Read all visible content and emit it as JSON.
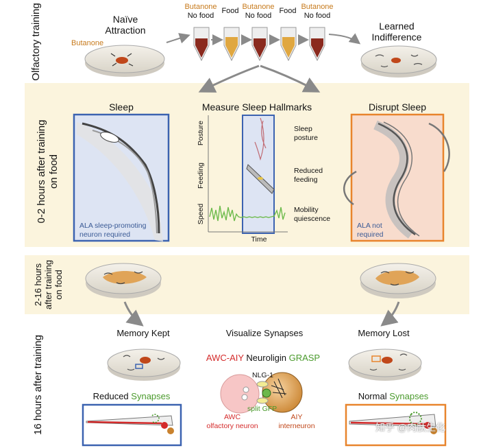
{
  "rows": {
    "olfactory": "Olfactory training",
    "sleep_window_l1": "0-2 hours after training",
    "sleep_window_l2": "on food",
    "mid_window_l1": "2-16 hours",
    "mid_window_l2": "after training",
    "mid_window_l3": "on food",
    "late_window": "16 hours after training"
  },
  "training": {
    "naive_l1": "Naïve",
    "naive_l2": "Attraction",
    "butanone_plate": "Butanone",
    "learned_l1": "Learned",
    "learned_l2": "Indifference",
    "tubes": [
      {
        "l1": "Butanone",
        "l2": "No food"
      },
      {
        "l1": "",
        "l2": "Food"
      },
      {
        "l1": "Butanone",
        "l2": "No food"
      },
      {
        "l1": "",
        "l2": "Food"
      },
      {
        "l1": "Butanone",
        "l2": "No food"
      }
    ]
  },
  "sleep_panel": {
    "title": "Sleep",
    "caption_l1": "ALA sleep-promoting",
    "caption_l2": "neuron required"
  },
  "hallmarks": {
    "title": "Measure Sleep Hallmarks",
    "axis_posture": "Posture",
    "axis_feeding": "Feeding",
    "axis_speed": "Speed",
    "axis_time": "Time",
    "item1_l1": "Sleep",
    "item1_l2": "posture",
    "item2_l1": "Reduced",
    "item2_l2": "feeding",
    "item3_l1": "Mobility",
    "item3_l2": "quiescence"
  },
  "disrupt_panel": {
    "title": "Disrupt Sleep",
    "caption_l1": "ALA not",
    "caption_l2": "required"
  },
  "memory": {
    "kept": "Memory Kept",
    "lost": "Memory Lost",
    "visualize": "Visualize Synapses",
    "reduced": "Reduced",
    "normal": "Normal",
    "synapses": "Synapses"
  },
  "grasp": {
    "awc_aiy": "AWC-AIY",
    "neuroligin": "Neuroligin",
    "grasp": "GRASP",
    "nlg1": "NLG-1",
    "split_gfp": "split GFP",
    "awc": "AWC",
    "awc_desc": "olfactory neuron",
    "aiy": "AIY",
    "aiy_desc": "interneuron"
  },
  "watermark": "知乎 @肉肽生化",
  "colors": {
    "band": "#fbf4dd",
    "blue_box": "#3b62b0",
    "orange_box": "#e8842c",
    "butanone": "#c77a1c",
    "green": "#4a9a2c",
    "red": "#d42a2a"
  }
}
